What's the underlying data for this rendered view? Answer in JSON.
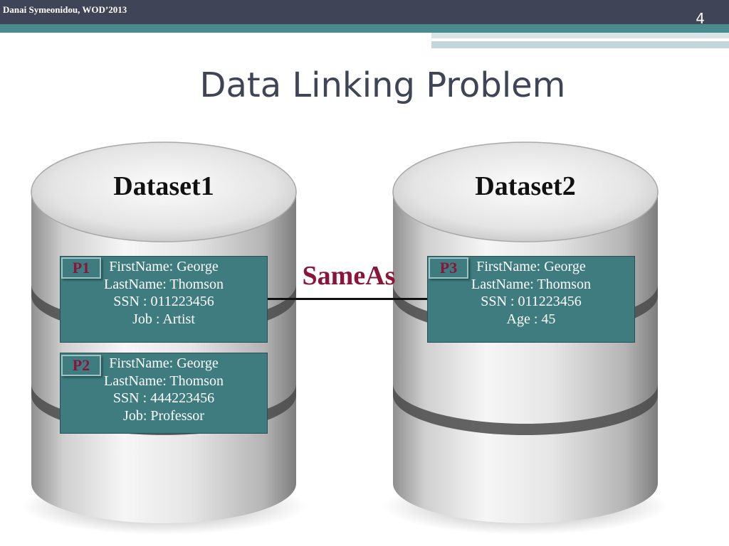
{
  "header": {
    "author": "Danai Symeonidou, WOD’2013",
    "slide_number": "4"
  },
  "title": "Data Linking Problem",
  "datasets": [
    {
      "label": "Dataset1"
    },
    {
      "label": "Dataset2"
    }
  ],
  "records": {
    "p1": {
      "tag": "P1",
      "lines": [
        "FirstName: George",
        "LastName: Thomson",
        "SSN : 011223456",
        "Job : Artist"
      ]
    },
    "p2": {
      "tag": "P2",
      "lines": [
        "FirstName: George",
        "LastName: Thomson",
        "SSN : 444223456",
        "Job: Professor"
      ]
    },
    "p3": {
      "tag": "P3",
      "lines": [
        "FirstName: George",
        "LastName: Thomson",
        "SSN : 011223456",
        "Age : 45"
      ]
    }
  },
  "link": {
    "label": "SameAs"
  },
  "colors": {
    "header": "#3f4456",
    "accent_teal": "#4b8a8c",
    "record_fill": "#3e7c80",
    "sameas_text": "#8a1538"
  }
}
